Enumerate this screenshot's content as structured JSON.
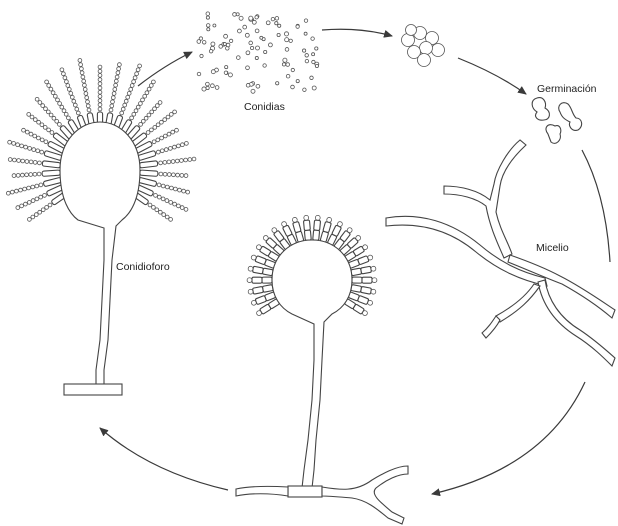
{
  "diagram": {
    "labels": {
      "conidias": "Conidias",
      "germinacion": "Germinación",
      "micelio": "Micelio",
      "conidioforo": "Conidioforo"
    },
    "colors": {
      "stroke": "#3a3a3a",
      "background": "#ffffff"
    },
    "icons": [
      "conidiophore-icon",
      "conidia-cluster-icon",
      "germinating-spore-icon",
      "mycelium-icon",
      "cycle-arrow-icon"
    ]
  }
}
